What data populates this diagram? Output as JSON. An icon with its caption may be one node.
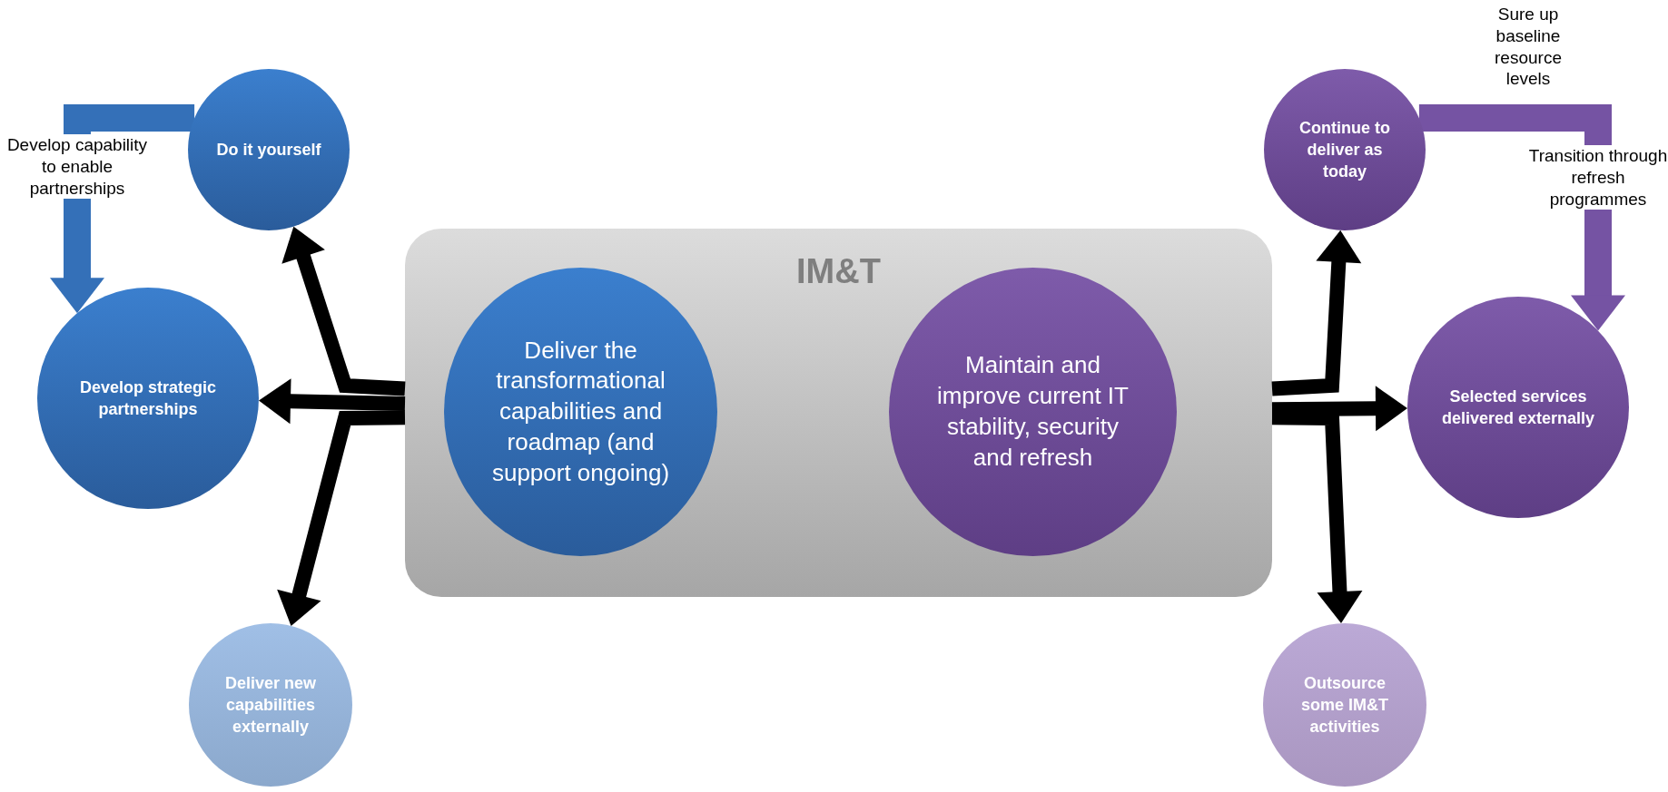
{
  "diagram": {
    "nodes": [
      {
        "text": [
          "IM&T"
        ]
      },
      {
        "text": [
          "Deliver the transformational capabilities and roadmap (and support ongoing)"
        ],
        "in": 0
      },
      {
        "text": [
          "Maintain and improve current IT stability, security and refresh"
        ],
        "in": 0
      },
      {
        "text": [
          "Do it yourself"
        ]
      },
      {
        "text": [
          "Develop strategic partnerships"
        ]
      },
      {
        "text": [
          "Deliver new capabilities externally"
        ]
      },
      {
        "text": [
          "Continue to deliver as today"
        ]
      },
      {
        "text": [
          "Selected services delivered externally"
        ]
      },
      {
        "text": [
          "Outsource some IM&T activities"
        ]
      }
    ],
    "edges": [
      {
        "from": 0,
        "to": 4,
        "arrow": "to"
      },
      {
        "from": 0,
        "to": 3,
        "arrow": "to"
      },
      {
        "from": 0,
        "to": 5,
        "arrow": "to"
      },
      {
        "from": 0,
        "to": 7,
        "arrow": "to"
      },
      {
        "from": 0,
        "to": 6,
        "arrow": "to"
      },
      {
        "from": 0,
        "to": 8,
        "arrow": "to"
      },
      {
        "from": 3,
        "to": 4,
        "arrow": "to",
        "style": "thick",
        "color": "#3470b8",
        "label": "Develop capability to enable partnerships"
      },
      {
        "from": 6,
        "to": 7,
        "arrow": "to",
        "style": "thick",
        "color": "#7553a3",
        "label": "Transition through refresh programmes"
      }
    ],
    "labels": [
      "Sure up baseline resource levels"
    ]
  }
}
